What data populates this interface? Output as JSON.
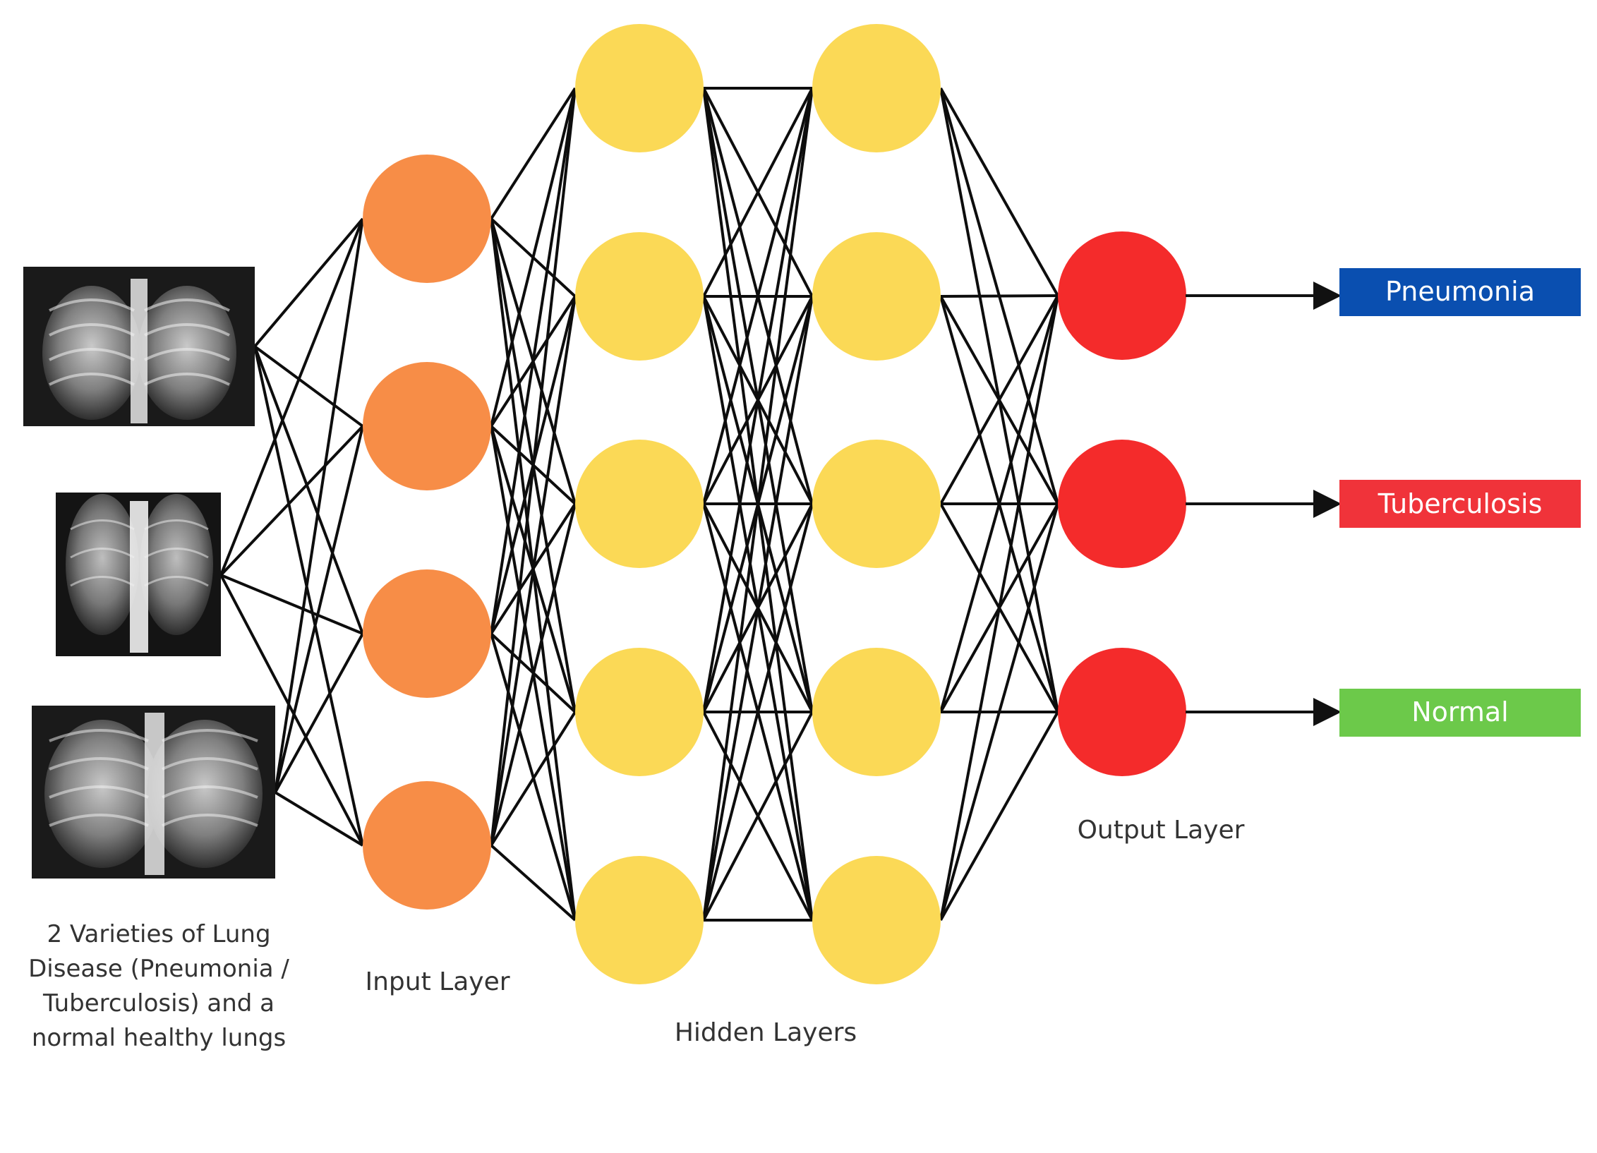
{
  "caption_input_images": [
    "2 Varieties of Lung",
    "Disease (Pneumonia /",
    "Tuberculosis) and a",
    "normal healthy lungs"
  ],
  "layer_labels": {
    "input": "Input Layer",
    "hidden": "Hidden Layers",
    "output": "Output Layer"
  },
  "classes": [
    {
      "label": "Pneumonia",
      "color": "#0a4fb0"
    },
    {
      "label": "Tuberculosis",
      "color": "#f0333a"
    },
    {
      "label": "Normal",
      "color": "#6cc94a"
    }
  ],
  "node_colors": {
    "input": "#f78d47",
    "hidden": "#fbd956",
    "output": "#f42b2b"
  },
  "layers": {
    "input_nodes": 4,
    "hidden1_nodes": 5,
    "hidden2_nodes": 5,
    "output_nodes": 3
  },
  "xray_images": [
    {
      "name": "xray-pneumonia"
    },
    {
      "name": "xray-tuberculosis"
    },
    {
      "name": "xray-normal"
    }
  ]
}
